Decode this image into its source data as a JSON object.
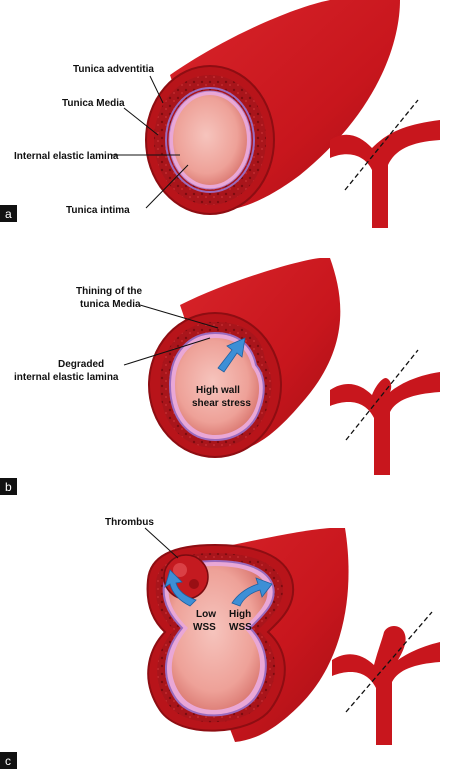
{
  "panels": [
    {
      "letter": "a",
      "labels": {
        "adventitia": "Tunica adventitia",
        "media": "Tunica Media",
        "iel": "Internal elastic lamina",
        "intima": "Tunica intima"
      }
    },
    {
      "letter": "b",
      "labels": {
        "thinning_line1": "Thining of the",
        "thinning_line2": "tunica Media",
        "degraded_line1": "Degraded",
        "degraded_line2": "internal elastic lamina",
        "wss_line1": "High wall",
        "wss_line2": "shear stress"
      }
    },
    {
      "letter": "c",
      "labels": {
        "thrombus": "Thrombus",
        "low_line1": "Low",
        "low_line2": "WSS",
        "high_line1": "High",
        "high_line2": "WSS"
      }
    }
  ],
  "colors": {
    "vessel_red": "#c8161d",
    "vessel_dark": "#8e0d12",
    "lumen_pink": "#f0a7a0",
    "lamina_purple": "#9a6bbf",
    "arrow_blue": "#3d8fd6"
  }
}
